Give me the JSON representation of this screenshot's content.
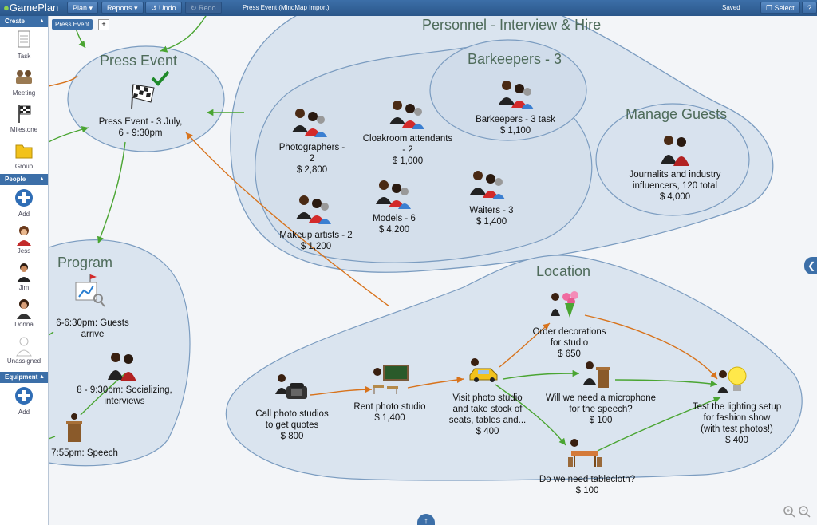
{
  "app": {
    "logo": "GamePlan",
    "doc_title": "Press Event (MindMap Import)",
    "status": "Saved",
    "menu": {
      "plan": "Plan",
      "reports": "Reports",
      "undo": "Undo",
      "redo": "Redo",
      "select": "Select",
      "help": "?"
    }
  },
  "sidebar": {
    "create_header": "Create",
    "create_items": [
      "Task",
      "Meeting",
      "Milestone",
      "Group"
    ],
    "people_header": "People",
    "people_items": [
      "Add",
      "Jess",
      "Jim",
      "Donna",
      "Unassigned"
    ],
    "equipment_header": "Equipment",
    "equipment_items": [
      "Add"
    ]
  },
  "canvas": {
    "breadcrumb": "Press Event",
    "breadcrumb_plus": "+",
    "groups": {
      "press": "Press Event",
      "personnel": "Personnel - Interview & Hire",
      "barkeepers": "Barkeepers - 3",
      "guests": "Manage Guests",
      "program": "Program",
      "location": "Location"
    },
    "nodes": {
      "press_event": [
        "Press Event - 3 July,",
        "6 - 9:30pm"
      ],
      "barkeepers_task": [
        "Barkeepers - 3 task",
        "$ 1,100"
      ],
      "photographers": [
        "Photographers -",
        "2",
        "$ 2,800"
      ],
      "cloakroom": [
        "Cloakroom attendants",
        "- 2",
        "$ 1,000"
      ],
      "journalists": [
        "Journalits and industry",
        "influencers, 120 total",
        "$ 4,000"
      ],
      "models": [
        "Models - 6",
        "$ 4,200"
      ],
      "waiters": [
        "Waiters - 3",
        "$ 1,400"
      ],
      "makeup": [
        "Makeup artists - 2",
        "$ 1,200"
      ],
      "guests_arrive": [
        "6-6:30pm: Guests",
        "arrive"
      ],
      "socializing": [
        "8 - 9:30pm: Socializing,",
        "interviews"
      ],
      "speech": [
        "7:55pm: Speech"
      ],
      "call_studios": [
        "Call photo studios",
        "to get quotes",
        "$ 800"
      ],
      "rent_studio": [
        "Rent photo studio",
        "$ 1,400"
      ],
      "visit_studio": [
        "Visit photo studio",
        "and take stock of",
        "seats, tables and...",
        "$ 400"
      ],
      "decorations": [
        "Order decorations",
        "for studio",
        "$ 650"
      ],
      "microphone": [
        "Will we need a microphone",
        "for the speech?",
        "$ 100"
      ],
      "lighting": [
        "Test the lighting setup",
        "for fashion show",
        "(with test photos!)",
        "$ 400"
      ],
      "tablecloth": [
        "Do we need tablecloth?",
        "$ 100"
      ]
    }
  },
  "colors": {
    "accent": "#3c6fa8",
    "group_fill": "#d9e4f0",
    "group_stroke": "#7b9cc0",
    "green_arrow": "#4aa532",
    "orange_arrow": "#d8731c"
  }
}
